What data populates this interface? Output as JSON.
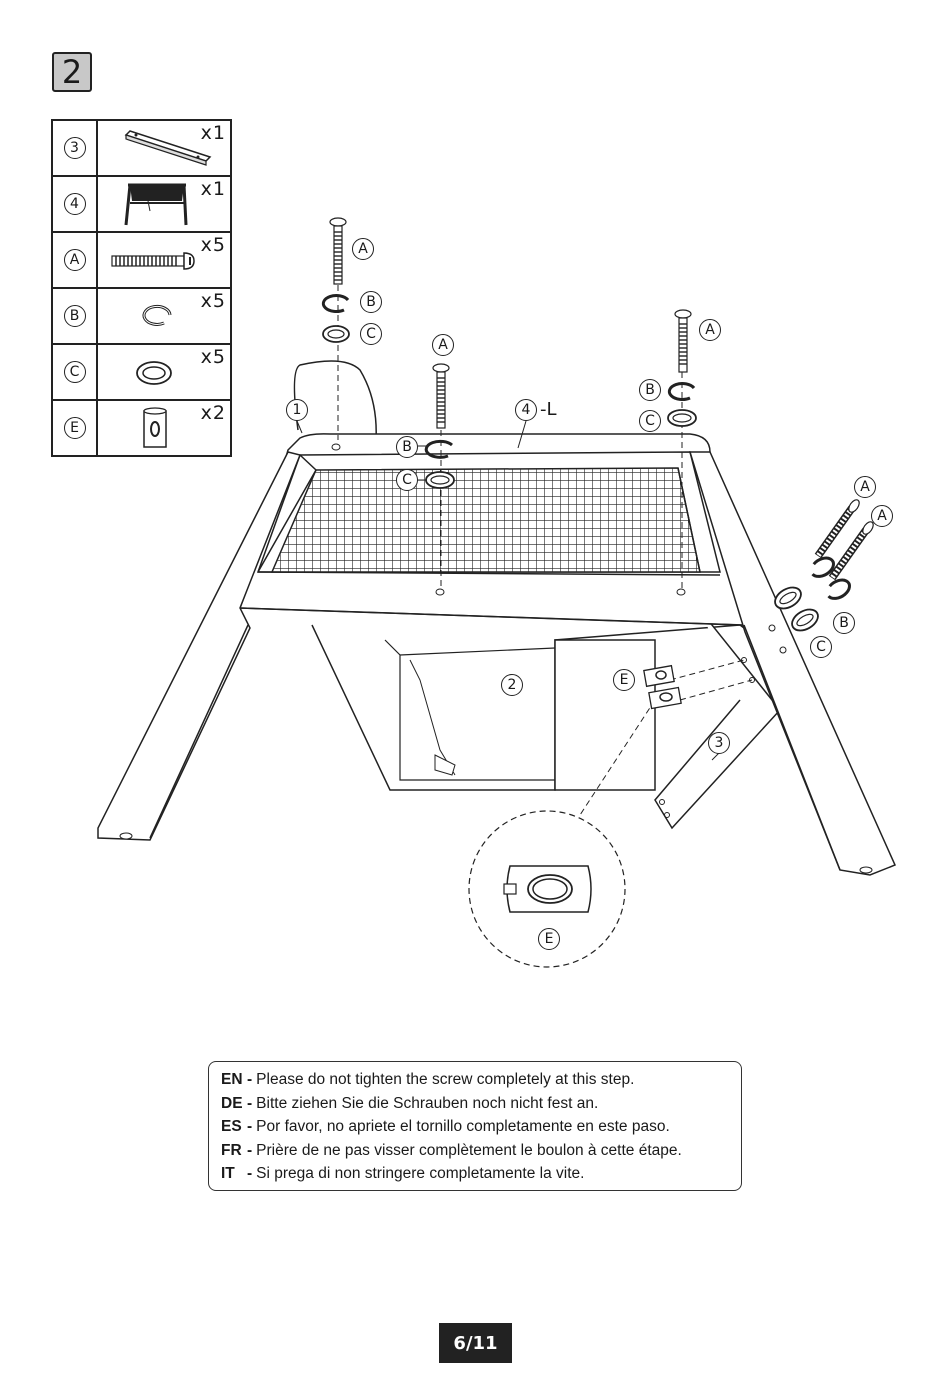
{
  "step": "2",
  "parts": [
    {
      "id": "3",
      "qty": "x1",
      "icon": "rail-bar-icon"
    },
    {
      "id": "4",
      "qty": "x1",
      "icon": "backrest-frame-icon"
    },
    {
      "id": "A",
      "qty": "x5",
      "icon": "bolt-icon"
    },
    {
      "id": "B",
      "qty": "x5",
      "icon": "split-washer-icon"
    },
    {
      "id": "C",
      "qty": "x5",
      "icon": "flat-washer-icon"
    },
    {
      "id": "E",
      "qty": "x2",
      "icon": "barrel-nut-icon"
    }
  ],
  "diagram": {
    "labels": {
      "a": "A",
      "b": "B",
      "c": "C",
      "e": "E",
      "one": "1",
      "two": "2",
      "three": "3",
      "four": "4",
      "four_suffix": "-L"
    }
  },
  "notes": [
    {
      "code": "EN",
      "text": "Please do not tighten the screw completely at this step."
    },
    {
      "code": "DE",
      "text": "Bitte ziehen Sie die Schrauben noch nicht fest an."
    },
    {
      "code": "ES",
      "text": "Por favor, no apriete el tornillo completamente en este paso."
    },
    {
      "code": "FR",
      "text": "Prière de ne pas visser  complètement le boulon à cette étape."
    },
    {
      "code": "IT",
      "text": "Si prega di non stringere completamente la vite."
    }
  ],
  "page": "6/11"
}
